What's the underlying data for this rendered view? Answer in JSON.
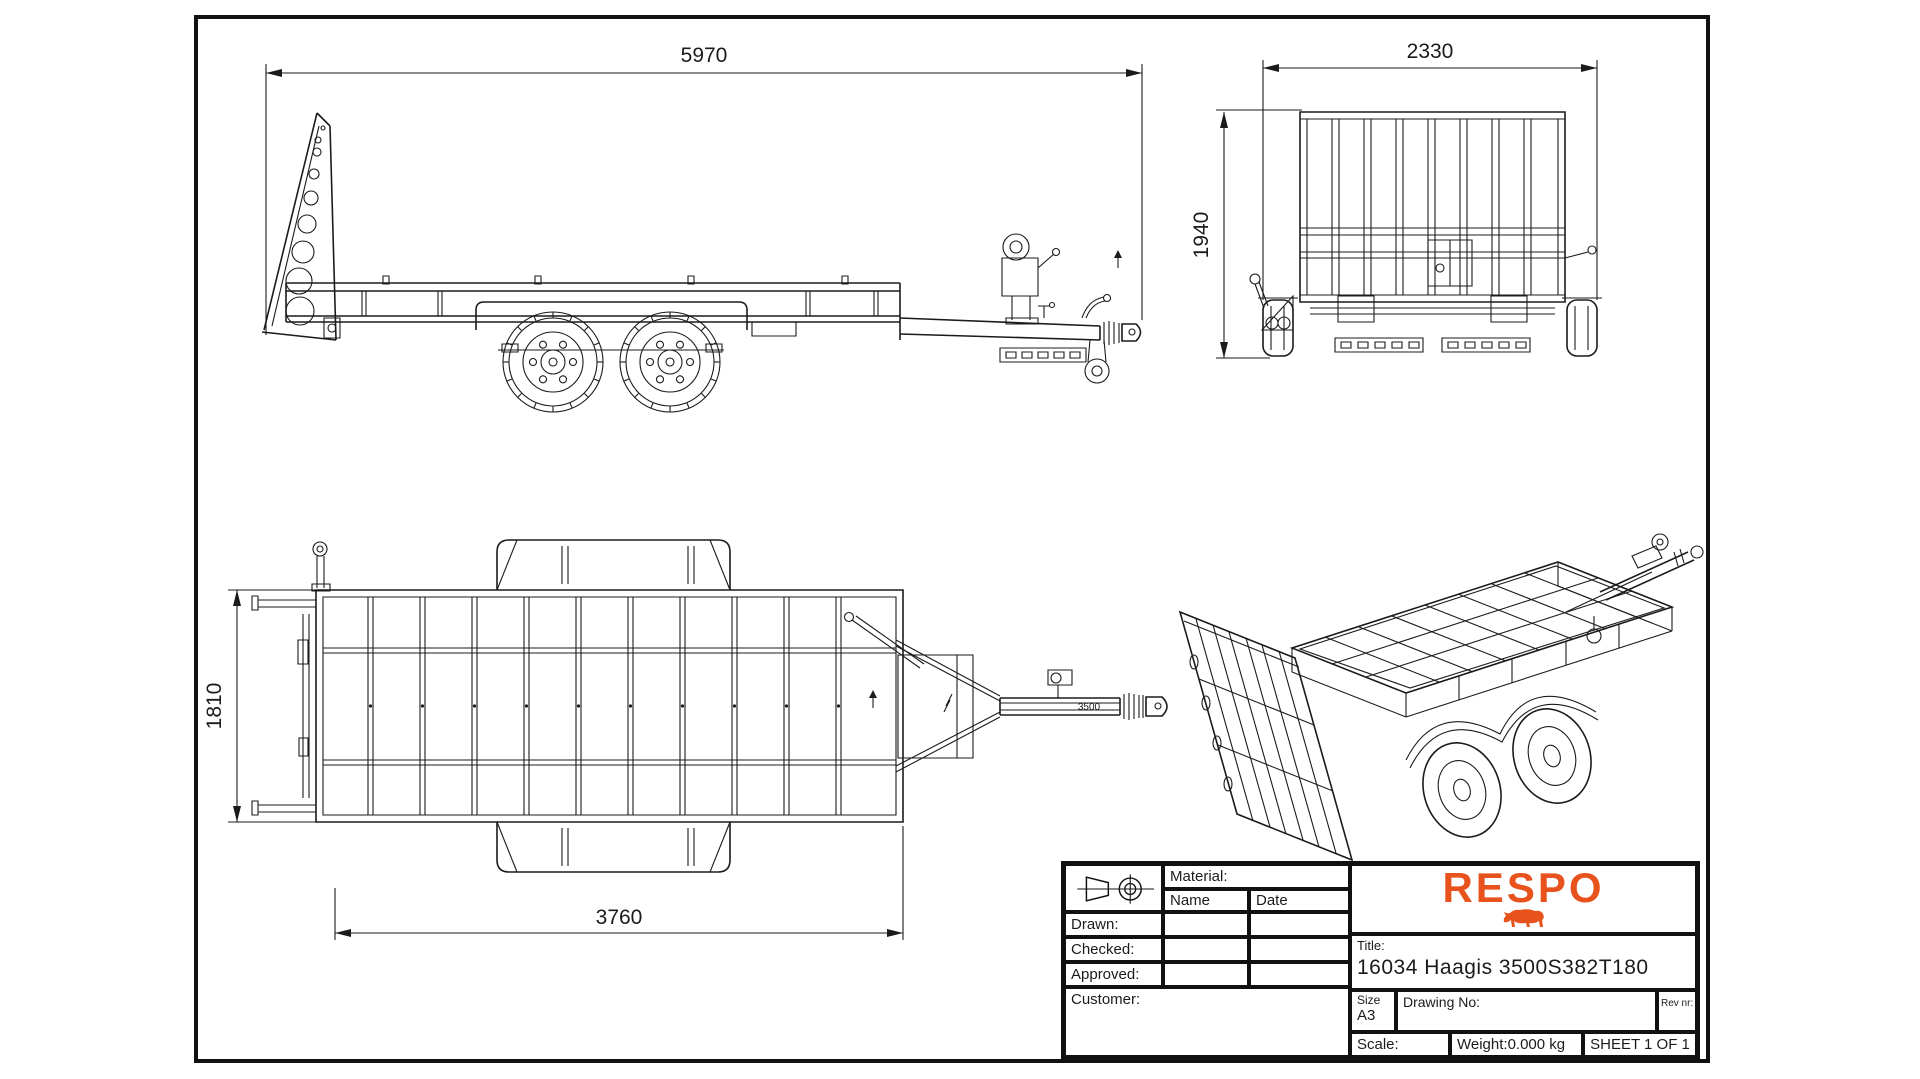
{
  "drawing": {
    "views": {
      "side": {
        "length_dim": "5970"
      },
      "rear": {
        "width_dim": "2330",
        "height_dim": "1940"
      },
      "plan": {
        "width_dim": "1810",
        "bed_length_dim": "3760",
        "drawbar_label": "3500"
      },
      "iso": {}
    },
    "title_block": {
      "material_label": "Material:",
      "name_label": "Name",
      "date_label": "Date",
      "drawn_label": "Drawn:",
      "checked_label": "Checked:",
      "approved_label": "Approved:",
      "customer_label": "Customer:",
      "brand": "RESPO",
      "title_label": "Title:",
      "title_value": "16034 Haagis 3500S382T180",
      "size_label": "Size",
      "size_value": "A3",
      "drawing_no_label": "Drawing No:",
      "rev_label": "Rev nr:",
      "scale_label": "Scale:",
      "weight_value": "Weight:0.000 kg",
      "sheet_value": "SHEET 1 OF 1"
    },
    "colors": {
      "line": "#1b1b1b",
      "brand_orange": "#e8521c"
    }
  }
}
